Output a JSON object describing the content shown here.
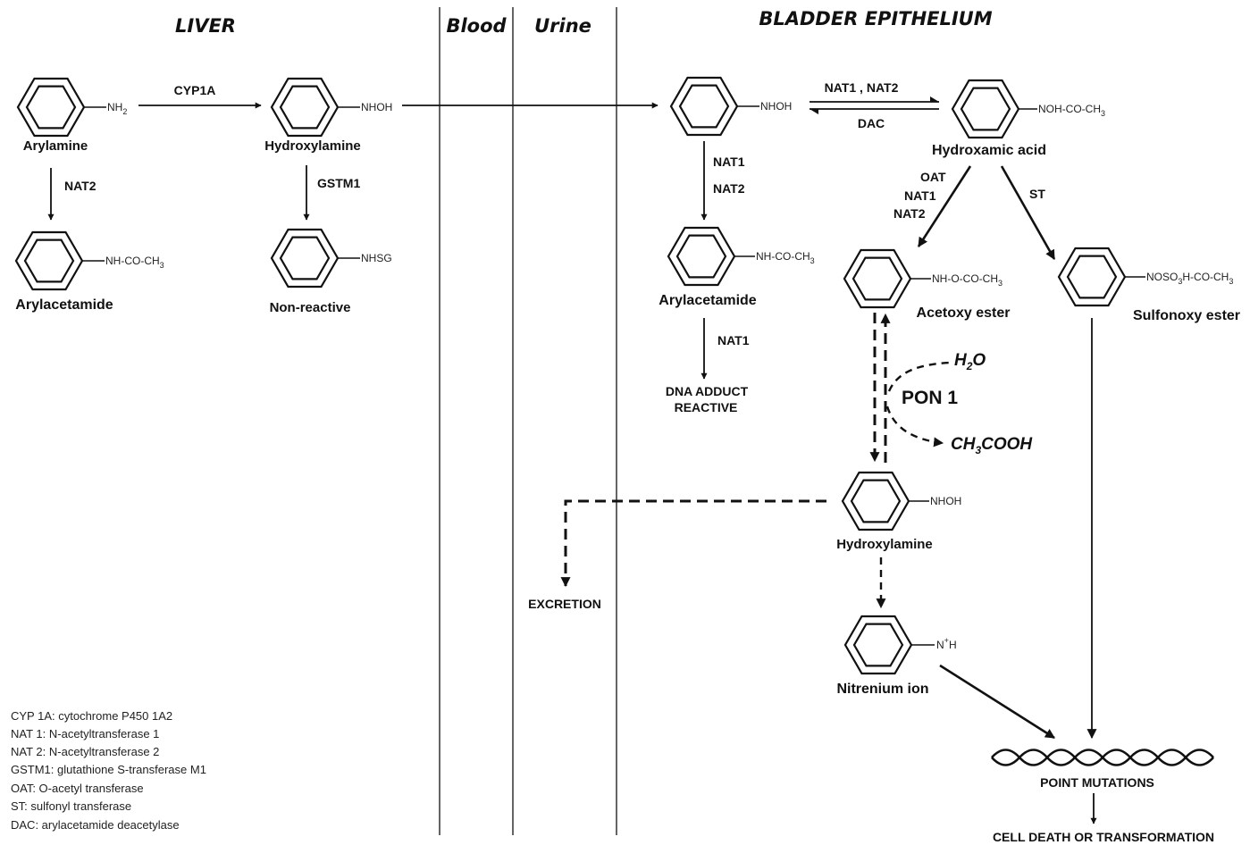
{
  "regions": {
    "liver": "LIVER",
    "blood": "Blood",
    "urine": "Urine",
    "bladder": "BLADDER EPITHELIUM"
  },
  "compounds": {
    "arylamine": {
      "group": "NH",
      "sub": "2",
      "name": "Arylamine"
    },
    "hydroxylamine_liver": {
      "group": "NHOH",
      "name": "Hydroxylamine"
    },
    "arylacetamide_liver": {
      "group": "NH-CO-CH",
      "sub": "3",
      "name": "Arylacetamide"
    },
    "nonreactive": {
      "group": "NHSG",
      "name": "Non-reactive"
    },
    "bladder_nhoh": {
      "group": "NHOH"
    },
    "hydroxamic_acid": {
      "group": "NOH-CO-CH",
      "sub": "3",
      "name": "Hydroxamic acid"
    },
    "arylacetamide_bladder": {
      "group": "NH-CO-CH",
      "sub": "3",
      "name": "Arylacetamide"
    },
    "acetoxy_ester": {
      "group": "NH-O-CO-CH",
      "sub": "3",
      "name": "Acetoxy ester"
    },
    "sulfonoxy_ester": {
      "group_a": "NOSO",
      "sub": "3",
      "group_b": "H-CO-CH",
      "sub2": "3",
      "name": "Sulfonoxy ester"
    },
    "hydroxylamine_bladder": {
      "group": "NHOH",
      "name": "Hydroxylamine"
    },
    "nitrenium": {
      "group": "N",
      "sup": "+",
      "group_b": "H",
      "name": "Nitrenium ion"
    }
  },
  "enzymes": {
    "cyp1a": "CYP1A",
    "nat2_liver": "NAT2",
    "gstm1": "GSTM1",
    "nat1_nat2": "NAT1 , NAT2",
    "dac": "DAC",
    "nat1_b": "NAT1",
    "nat2_b": "NAT2",
    "nat1_c": "NAT1",
    "oat": "OAT",
    "nat1_d": "NAT1",
    "nat2_d": "NAT2",
    "st": "ST",
    "pon1": "PON 1"
  },
  "chemicals": {
    "h2o": {
      "a": "H",
      "sub": "2",
      "b": "O"
    },
    "ch3cooh": {
      "a": "CH",
      "sub": "3",
      "b": "COOH"
    }
  },
  "outcomes": {
    "dna_adduct_1": "DNA ADDUCT",
    "dna_adduct_2": "REACTIVE",
    "excretion": "EXCRETION",
    "point_mutations": "POINT MUTATIONS",
    "cell_death": "CELL DEATH OR TRANSFORMATION"
  },
  "legend": [
    "CYP 1A: cytochrome P450 1A2",
    "NAT 1: N-acetyltransferase 1",
    "NAT 2: N-acetyltransferase 2",
    "GSTM1: glutathione S-transferase M1",
    "OAT: O-acetyl transferase",
    "ST:  sulfonyl transferase",
    "DAC: arylacetamide deacetylase"
  ]
}
